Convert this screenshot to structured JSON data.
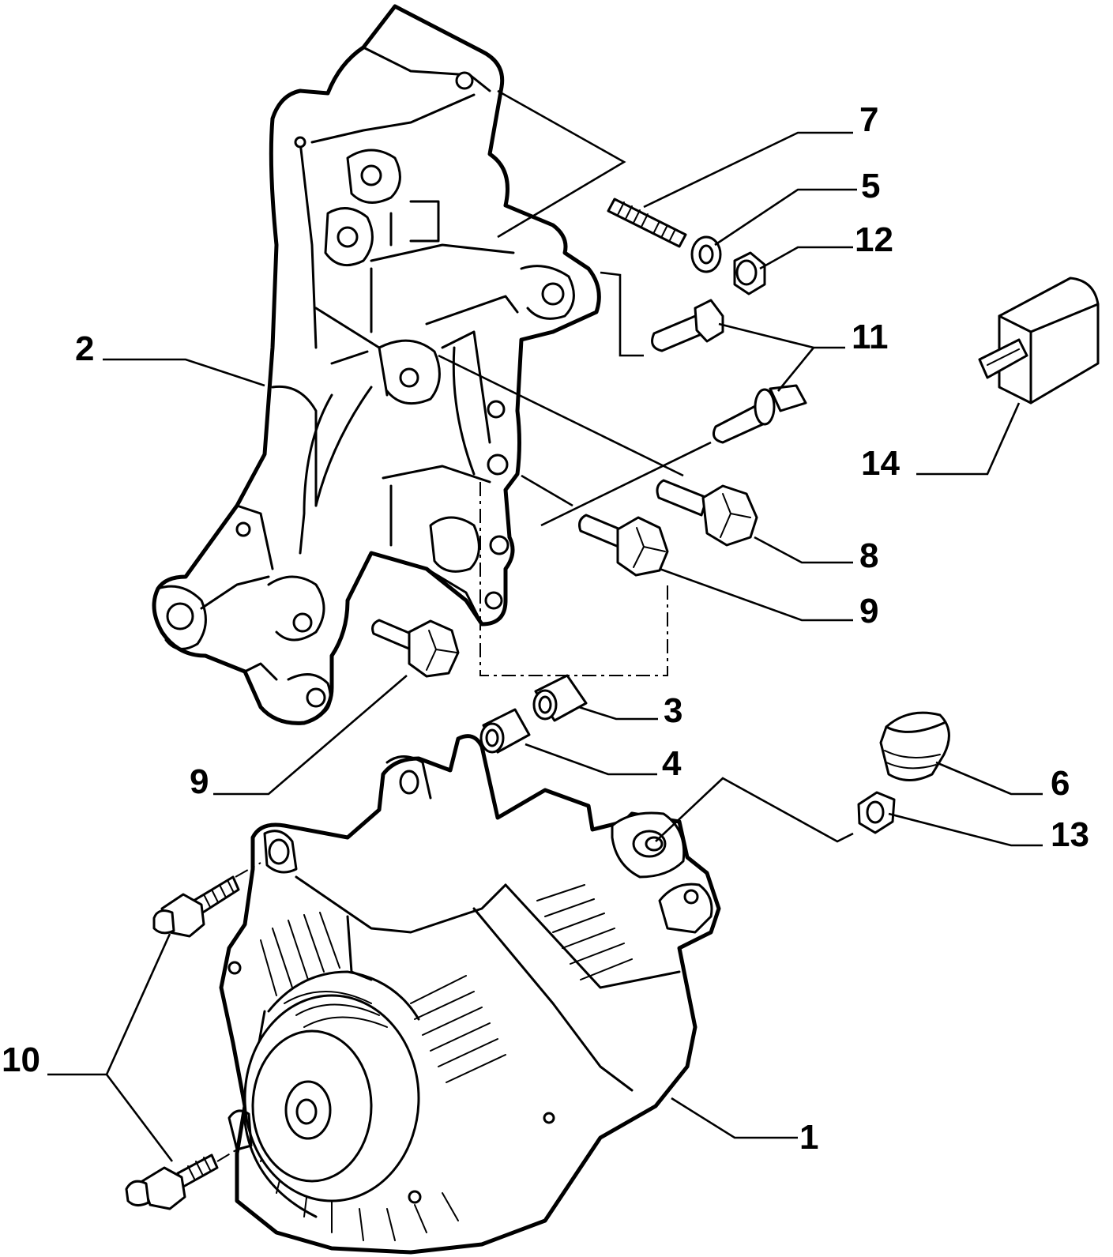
{
  "diagram": {
    "callouts": [
      {
        "id": "c1",
        "label": "1"
      },
      {
        "id": "c2",
        "label": "2"
      },
      {
        "id": "c3",
        "label": "3"
      },
      {
        "id": "c4",
        "label": "4"
      },
      {
        "id": "c5",
        "label": "5"
      },
      {
        "id": "c6",
        "label": "6"
      },
      {
        "id": "c7",
        "label": "7"
      },
      {
        "id": "c8",
        "label": "8"
      },
      {
        "id": "c9a",
        "label": "9"
      },
      {
        "id": "c9b",
        "label": "9"
      },
      {
        "id": "c10",
        "label": "10"
      },
      {
        "id": "c11",
        "label": "11"
      },
      {
        "id": "c12",
        "label": "12"
      },
      {
        "id": "c13",
        "label": "13"
      },
      {
        "id": "c14",
        "label": "14"
      }
    ]
  }
}
